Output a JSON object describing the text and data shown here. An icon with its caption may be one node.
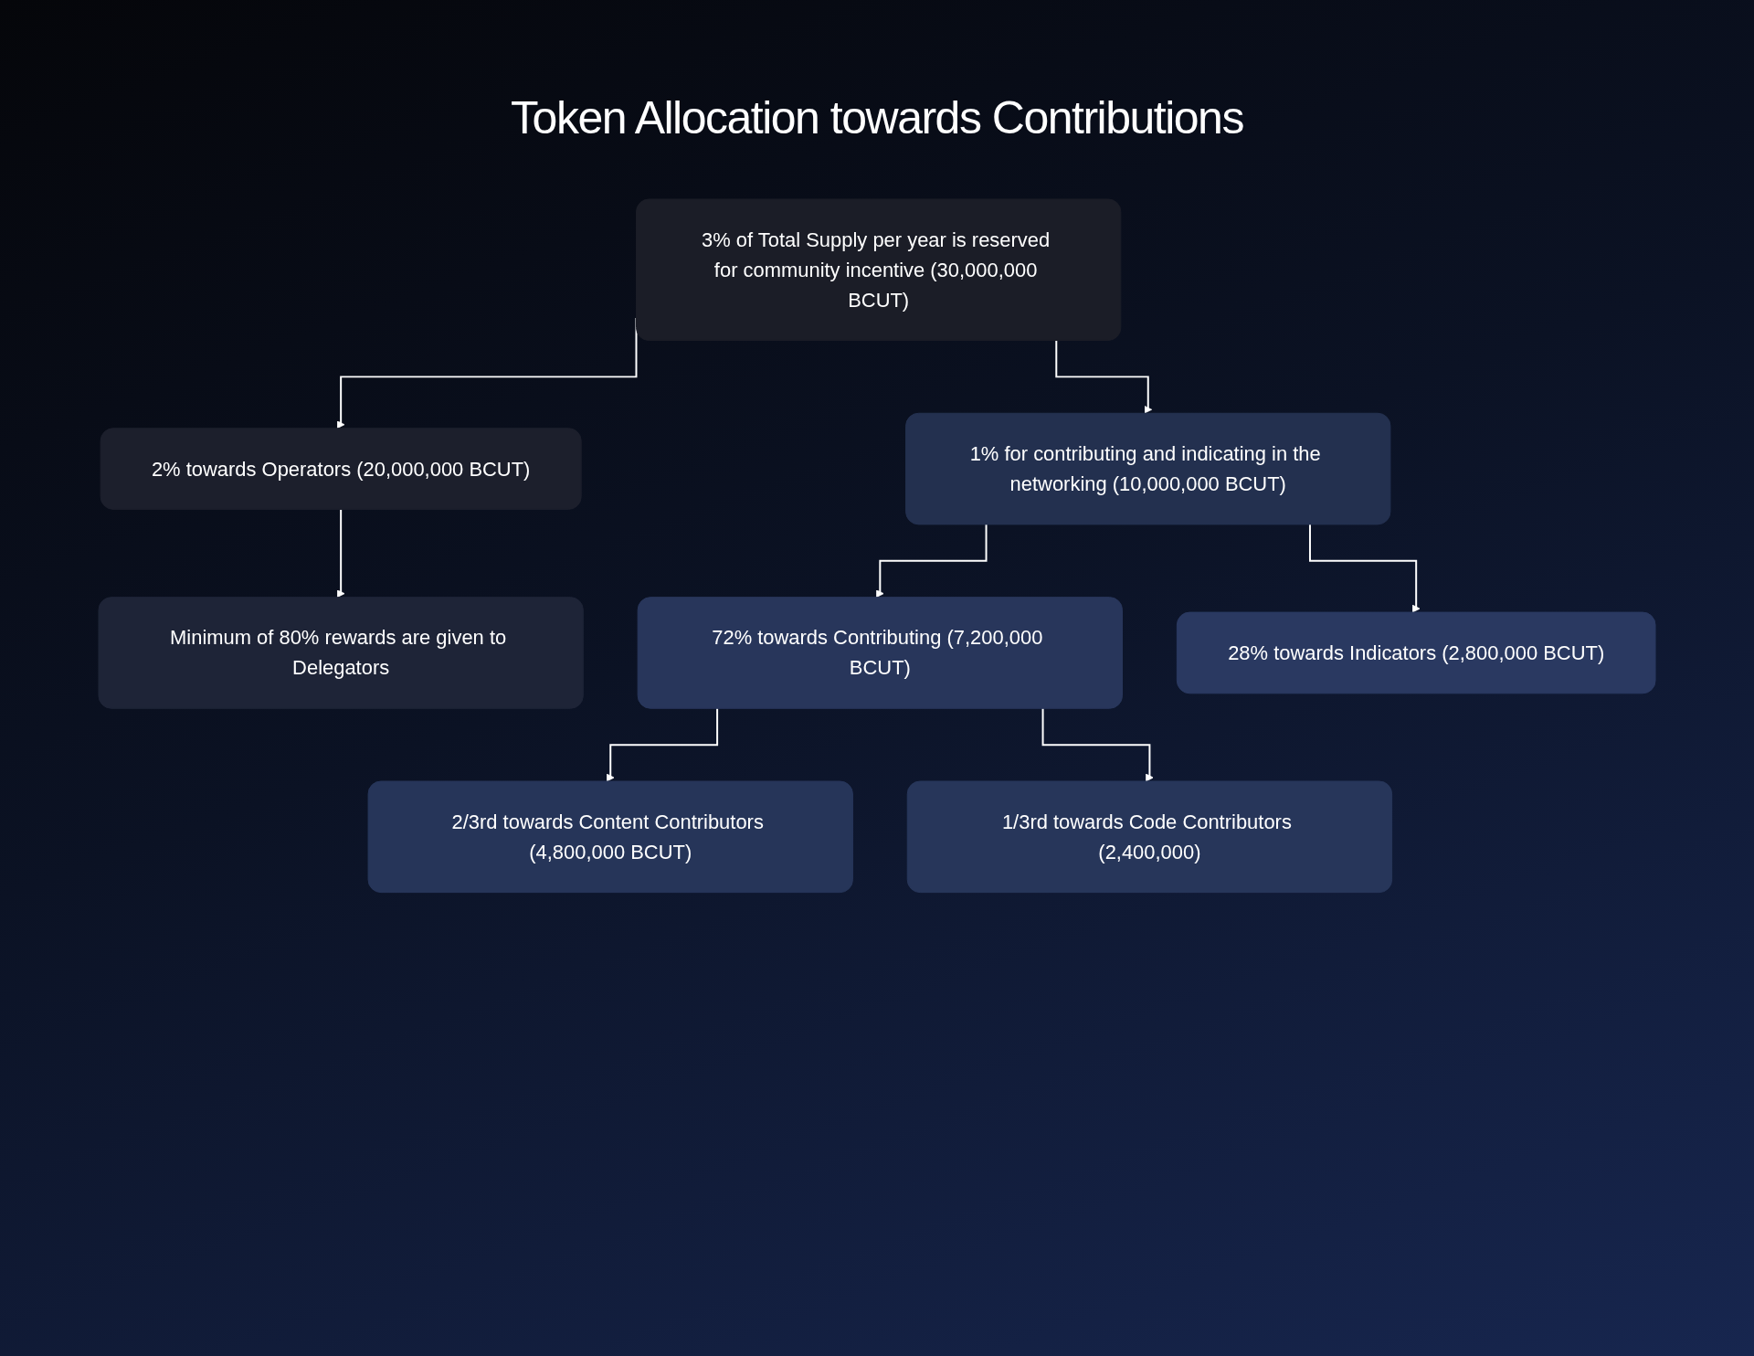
{
  "diagram": {
    "title": "Token Allocation towards Contributions",
    "nodes": [
      {
        "text": [
          "3% of Total Supply per year is reserved for community incentive (30,000,000 BCUT)"
        ]
      },
      {
        "text": [
          "2% towards Operators (20,000,000 BCUT)"
        ]
      },
      {
        "text": [
          "1% for contributing and indicating in the networking (10,000,000 BCUT)"
        ]
      },
      {
        "text": [
          "Minimum of 80% rewards are given to Delegators"
        ]
      },
      {
        "text": [
          "72% towards Contributing (7,200,000 BCUT)"
        ]
      },
      {
        "text": [
          "28% towards Indicators (2,800,000 BCUT)"
        ]
      },
      {
        "text": [
          "2/3rd towards Content Contributors (4,800,000 BCUT)"
        ]
      },
      {
        "text": [
          "1/3rd towards Code Contributors (2,400,000)"
        ]
      }
    ],
    "edges": [
      {
        "from": 0,
        "to": 1,
        "arrow": "to"
      },
      {
        "from": 0,
        "to": 2,
        "arrow": "to"
      },
      {
        "from": 1,
        "to": 3,
        "arrow": "to"
      },
      {
        "from": 2,
        "to": 4,
        "arrow": "to"
      },
      {
        "from": 2,
        "to": 5,
        "arrow": "to"
      },
      {
        "from": 4,
        "to": 6,
        "arrow": "to"
      },
      {
        "from": 4,
        "to": 7,
        "arrow": "to"
      }
    ]
  }
}
